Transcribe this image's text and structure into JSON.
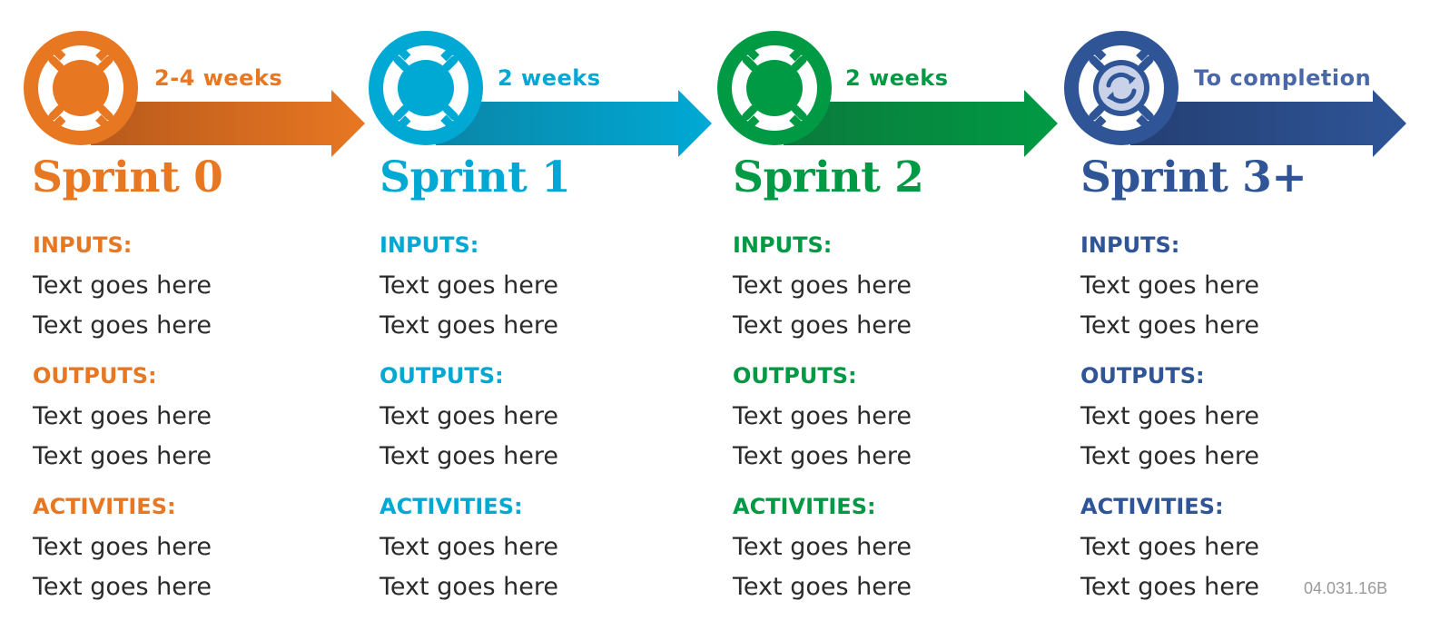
{
  "colors": {
    "sprint_0": "#e87722",
    "sprint_1": "#00a9d4",
    "sprint_2": "#009a44",
    "sprint_3": "#2f5597",
    "body_text": "#2b2b2b",
    "code_text": "#9a9a9a"
  },
  "sprints": [
    {
      "title": "Sprint 0",
      "duration": "2-4 weeks",
      "icon": "lifebuoy-icon",
      "inputs_label": "INPUTS:",
      "inputs": [
        "Text goes here",
        "Text goes here"
      ],
      "outputs_label": "OUTPUTS:",
      "outputs": [
        "Text goes here",
        "Text goes here"
      ],
      "activities_label": "ACTIVITIES:",
      "activities": [
        "Text goes here",
        "Text goes here"
      ]
    },
    {
      "title": "Sprint 1",
      "duration": "2 weeks",
      "icon": "lifebuoy-icon",
      "inputs_label": "INPUTS:",
      "inputs": [
        "Text goes here",
        "Text goes here"
      ],
      "outputs_label": "OUTPUTS:",
      "outputs": [
        "Text goes here",
        "Text goes here"
      ],
      "activities_label": "ACTIVITIES:",
      "activities": [
        "Text goes here",
        "Text goes here"
      ]
    },
    {
      "title": "Sprint 2",
      "duration": "2 weeks",
      "icon": "lifebuoy-icon",
      "inputs_label": "INPUTS:",
      "inputs": [
        "Text goes here",
        "Text goes here"
      ],
      "outputs_label": "OUTPUTS:",
      "outputs": [
        "Text goes here",
        "Text goes here"
      ],
      "activities_label": "ACTIVITIES:",
      "activities": [
        "Text goes here",
        "Text goes here"
      ]
    },
    {
      "title": "Sprint 3+",
      "duration": "To completion",
      "icon": "lifebuoy-repeat-icon",
      "inputs_label": "INPUTS:",
      "inputs": [
        "Text goes here",
        "Text goes here"
      ],
      "outputs_label": "OUTPUTS:",
      "outputs": [
        "Text goes here",
        "Text goes here"
      ],
      "activities_label": "ACTIVITIES:",
      "activities": [
        "Text goes here",
        "Text goes here"
      ]
    }
  ],
  "footer_code": "04.031.16B"
}
